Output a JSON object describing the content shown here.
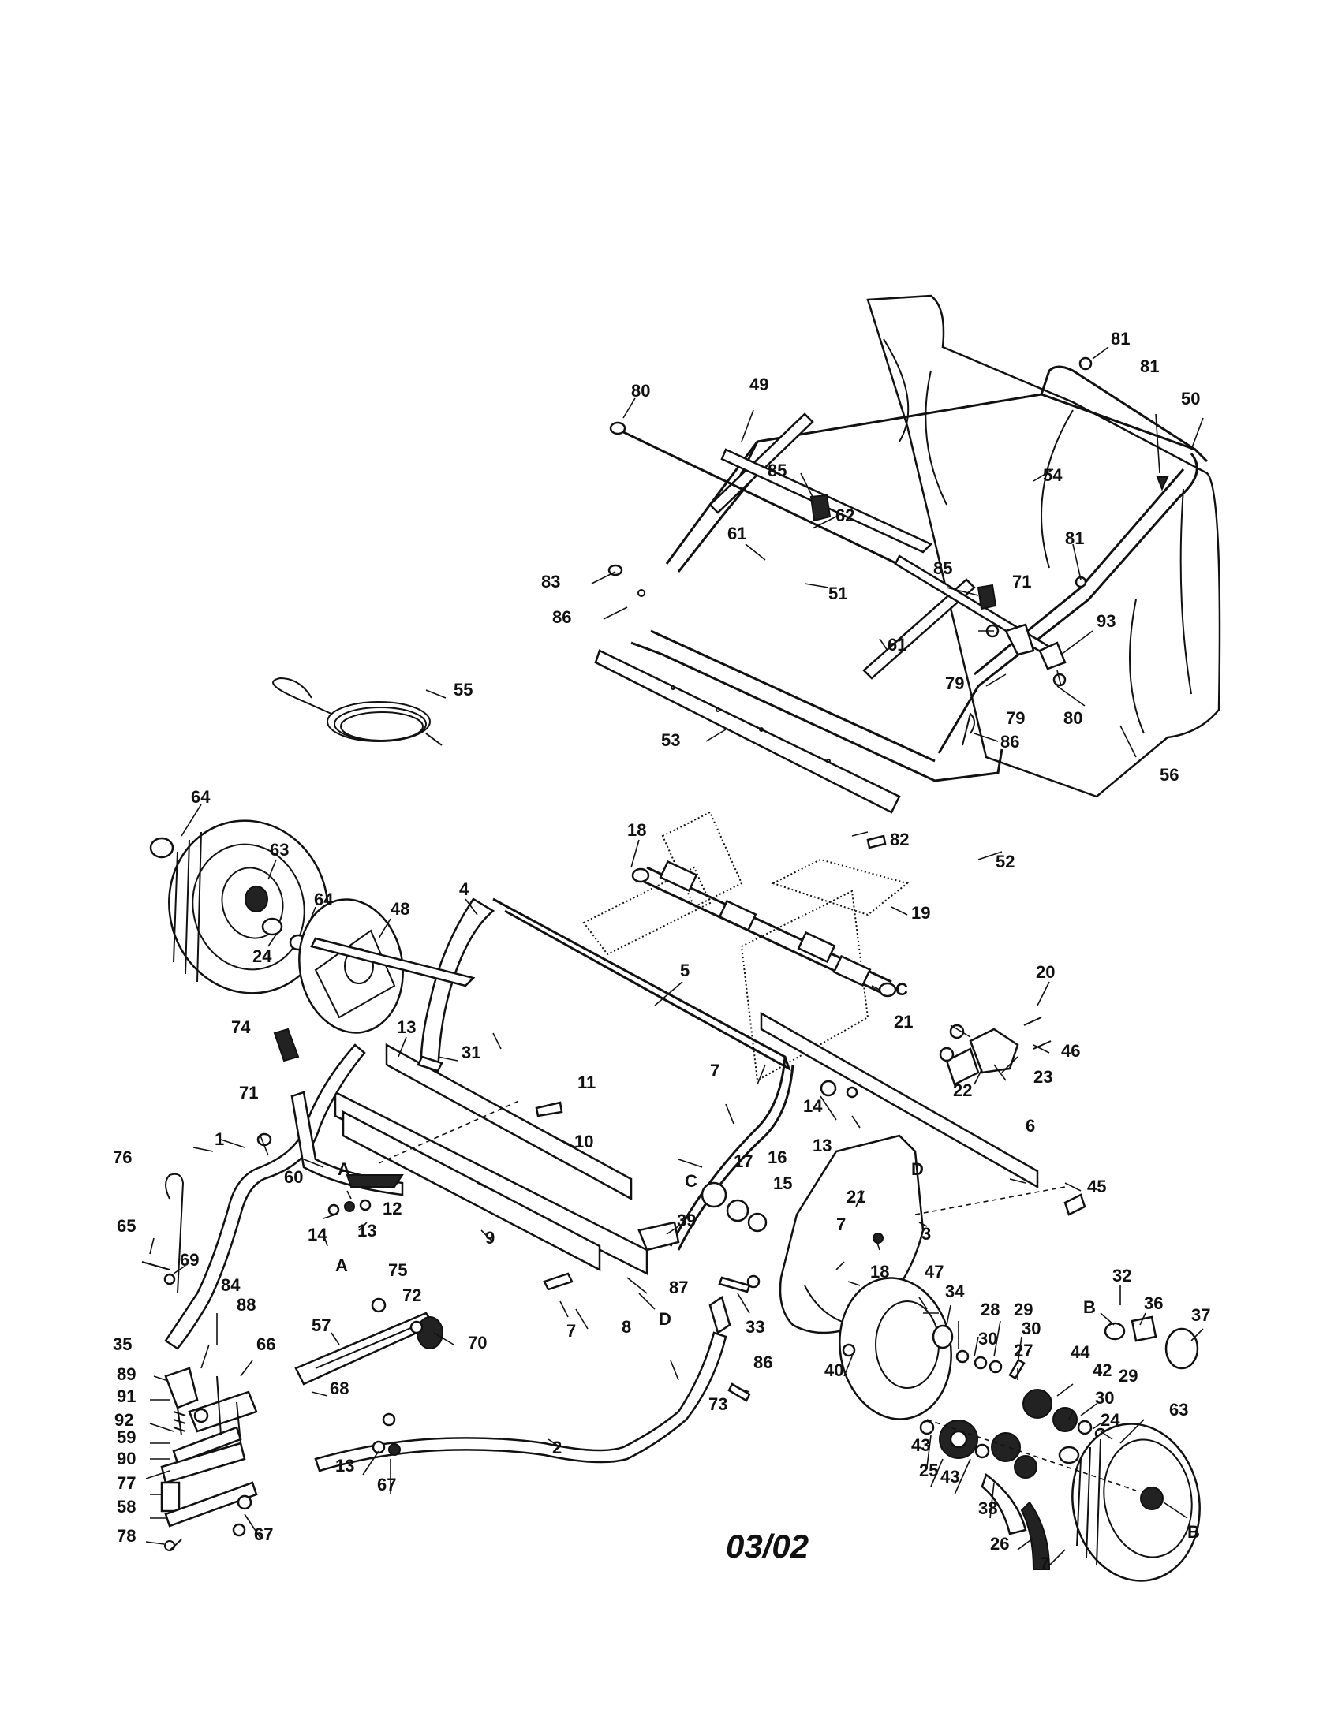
{
  "diagram": {
    "date_code": "03/02",
    "callouts": {
      "c80a": "80",
      "c49": "49",
      "c81a": "81",
      "c81b": "81",
      "c50": "50",
      "c85a": "85",
      "c62": "62",
      "c54": "54",
      "c61a": "61",
      "c81c": "81",
      "c83": "83",
      "c51": "51",
      "c85b": "85",
      "c71a": "71",
      "c93": "93",
      "c86a": "86",
      "c61b": "61",
      "c79a": "79",
      "c79b": "79",
      "c80b": "80",
      "c55": "55",
      "c53": "53",
      "c86b": "86",
      "c56": "56",
      "c64a": "64",
      "c18a": "18",
      "c82": "82",
      "c52": "52",
      "c63a": "63",
      "c64b": "64",
      "c48": "48",
      "c4": "4",
      "c19": "19",
      "c24a": "24",
      "c5": "5",
      "cC1": "C",
      "c20": "20",
      "c74": "74",
      "c13a": "13",
      "c31": "31",
      "c21a": "21",
      "c46": "46",
      "c22": "22",
      "c23": "23",
      "c7a": "7",
      "c71b": "71",
      "c11": "11",
      "c14a": "14",
      "c6": "6",
      "c76": "76",
      "c1": "1",
      "c10": "10",
      "c13b": "13",
      "c17": "17",
      "c16": "16",
      "cD1": "D",
      "c45": "45",
      "c60": "60",
      "cA1": "A",
      "cC2": "C",
      "c15": "15",
      "c21b": "21",
      "c12": "12",
      "c65": "65",
      "c14b": "14",
      "c13c": "13",
      "c9": "9",
      "c39": "39",
      "c7b": "7",
      "c3": "3",
      "c69": "69",
      "cA2": "A",
      "c75": "75",
      "c18b": "18",
      "c47": "47",
      "c34": "34",
      "c32": "32",
      "c84": "84",
      "c72": "72",
      "c87": "87",
      "c28": "28",
      "c29a": "29",
      "cB1": "B",
      "c36": "36",
      "c37": "37",
      "c35": "35",
      "c88": "88",
      "c57": "57",
      "c70": "70",
      "c7c": "7",
      "c8": "8",
      "c33": "33",
      "c30a": "30",
      "c30b": "30",
      "c66": "66",
      "cD2": "D",
      "c86c": "86",
      "c40": "40",
      "c27": "27",
      "c44": "44",
      "c89": "89",
      "c42": "42",
      "c91": "91",
      "c68": "68",
      "c73": "73",
      "c30c": "30",
      "c29b": "29",
      "c92": "92",
      "c24b": "24",
      "c63b": "63",
      "c59": "59",
      "c2": "2",
      "c43a": "43",
      "c90": "90",
      "c13d": "13",
      "c25": "25",
      "c43b": "43",
      "c67a": "67",
      "c77": "77",
      "c58": "58",
      "c38": "38",
      "c78": "78",
      "c67b": "67",
      "c26": "26",
      "c7d": "7",
      "cB2": "B"
    }
  }
}
